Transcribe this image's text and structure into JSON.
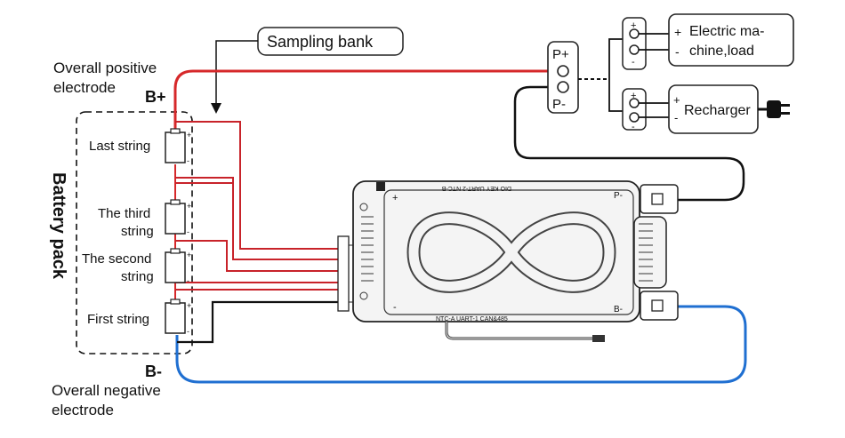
{
  "labels": {
    "overall_positive": [
      "Overall positive",
      "electrode"
    ],
    "b_plus": "B+",
    "b_minus": "B-",
    "overall_negative": [
      "Overall negative",
      "electrode"
    ],
    "battery_pack": "Battery pack",
    "sampling_bank": "Sampling bank",
    "strings": {
      "last": [
        "Last string"
      ],
      "third": [
        "The third",
        "string"
      ],
      "second": [
        "The second",
        "string"
      ],
      "first": [
        "First string"
      ]
    },
    "p_plus": "P+",
    "p_minus": "P-",
    "load": [
      "Electric ma-",
      "chine,load"
    ],
    "recharger": "Recharger",
    "plus": "+",
    "minus": "-"
  },
  "bms": {
    "top_label": "DIO  KEY  UART-2  NTC-B",
    "bottom_label": "NTC-A  UART-1  CAN&485",
    "p_minus": "P-",
    "b_minus": "B-",
    "plus": "+",
    "minus": "-"
  },
  "colors": {
    "positive_wire": "#d6282a",
    "negative_wire": "#1f6fd1",
    "black_wire": "#111111",
    "sense_wire": "#c8232a",
    "bms_fill": "#f4f4f4",
    "bms_stroke": "#222222"
  }
}
